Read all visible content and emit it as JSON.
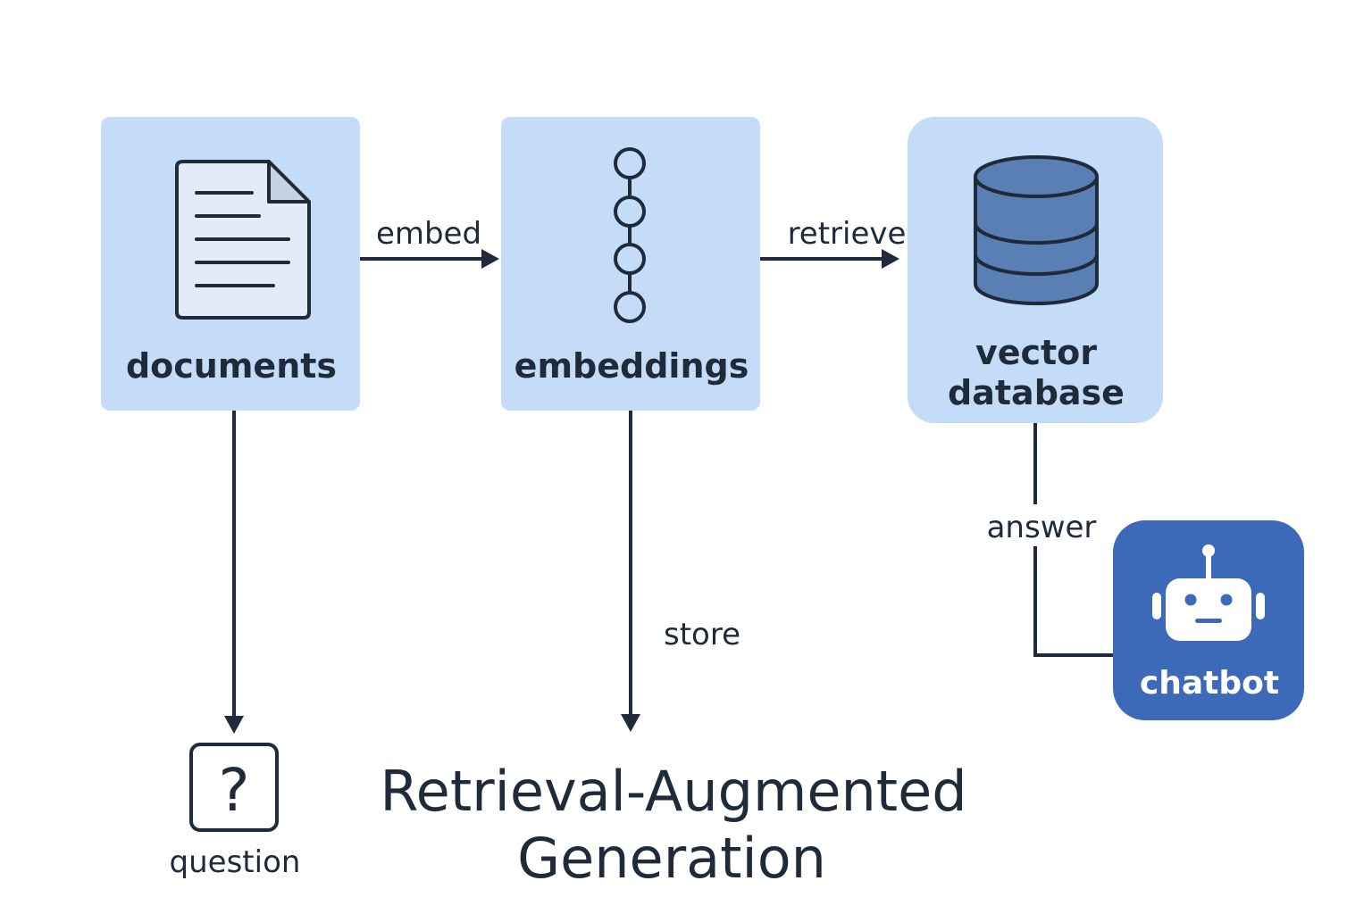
{
  "title": {
    "line1": "Retrieval-Augmented",
    "line2": "Generation"
  },
  "nodes": {
    "documents": {
      "label": "documents",
      "icon": "document-icon"
    },
    "embeddings": {
      "label": "embeddings",
      "icon": "embedding-chain-icon"
    },
    "vector_db": {
      "label_line1": "vector",
      "label_line2": "database",
      "icon": "database-icon"
    },
    "chatbot": {
      "label": "chatbot",
      "icon": "robot-icon"
    },
    "question": {
      "label": "question",
      "icon": "question-mark-icon"
    }
  },
  "edges": {
    "embed": "embed",
    "retrieve": "retrieve",
    "store": "store",
    "answer": "answer"
  },
  "colors": {
    "node_fill": "#c4dcf7",
    "db_fill": "#5a7fb5",
    "chatbot_fill": "#3d6ab8",
    "ink": "#1f2a3a",
    "doc_fill": "#e1ecf8"
  }
}
